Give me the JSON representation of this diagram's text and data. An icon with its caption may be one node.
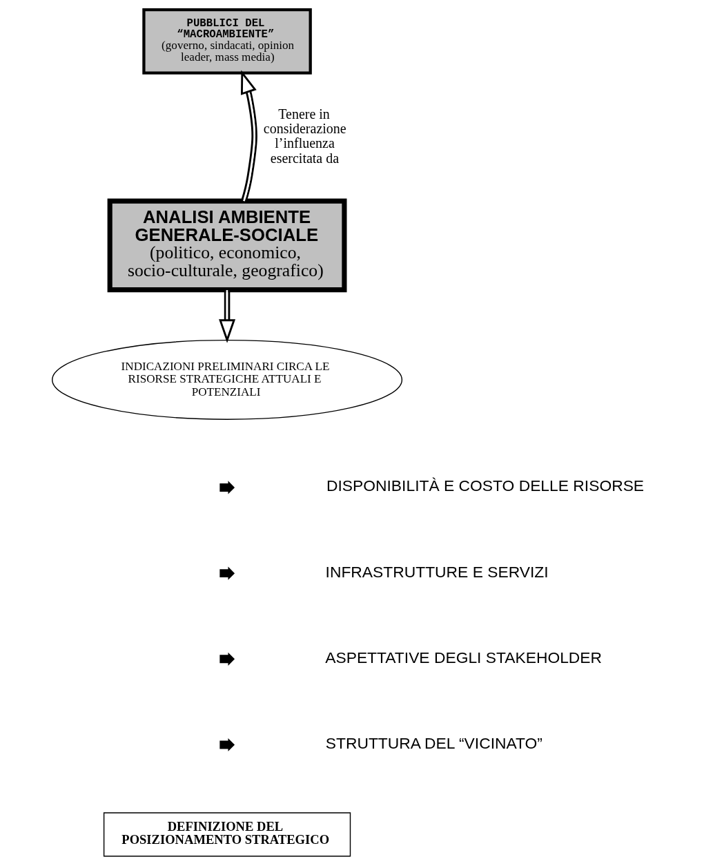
{
  "diagram": {
    "nodes": [
      {
        "text": [
          "PUBBLICI DEL “MACROAMBIENTE”",
          "(governo, sindacati, opinion leader, mass media)"
        ]
      },
      {
        "text": [
          "ANALISI AMBIENTE GENERALE-SOCIALE",
          "(politico, economico, socio-culturale, geografico)"
        ]
      },
      {
        "text": [
          "INDICAZIONI PRELIMINARI CIRCA LE RISORSE STRATEGICHE ATTUALI E POTENZIALI"
        ]
      },
      {
        "text": [
          "DEFINIZIONE DEL POSIZIONAMENTO STRATEGICO"
        ]
      }
    ],
    "edges": [
      {
        "from": 1,
        "to": 0,
        "arrow": "to",
        "label": "Tenere in considerazione l’influenza esercitata da"
      },
      {
        "from": 1,
        "to": 2,
        "arrow": "to"
      }
    ],
    "labels": [
      "DISPONIBILITÀ E COSTO DELLE RISORSE",
      "INFRASTRUTTURE E SERVIZI",
      "ASPETTATIVE DEGLI STAKEHOLDER",
      "STRUTTURA DEL “VICINATO”"
    ]
  }
}
